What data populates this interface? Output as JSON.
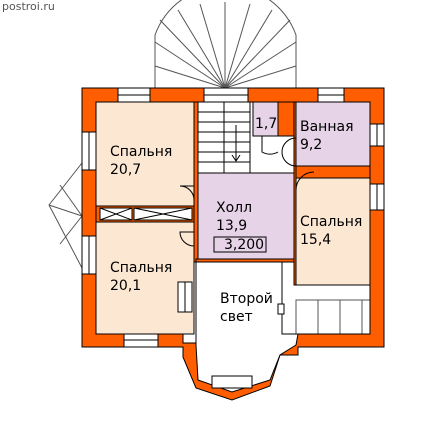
{
  "watermark": "postroi.ru",
  "colors": {
    "wall": "#ff5e00",
    "wall_outline": "#000000",
    "floor": "#fce7d3",
    "bath_floor": "#e6d3e8",
    "stair_fill": "#ffffff"
  },
  "rooms": {
    "bedroom_left_top": {
      "name": "Спальня",
      "area": "20,7"
    },
    "bedroom_left_bottom": {
      "name": "Спальня",
      "area": "20,1"
    },
    "hall": {
      "name": "Холл",
      "area": "13,9"
    },
    "height_mark": "3,200",
    "small_room": {
      "area": "1,7"
    },
    "bathroom": {
      "name": "Ванная",
      "area": "9,2"
    },
    "bedroom_right": {
      "name": "Спальня",
      "area": "15,4"
    },
    "second_light": {
      "line1": "Второй",
      "line2": "свет"
    }
  }
}
